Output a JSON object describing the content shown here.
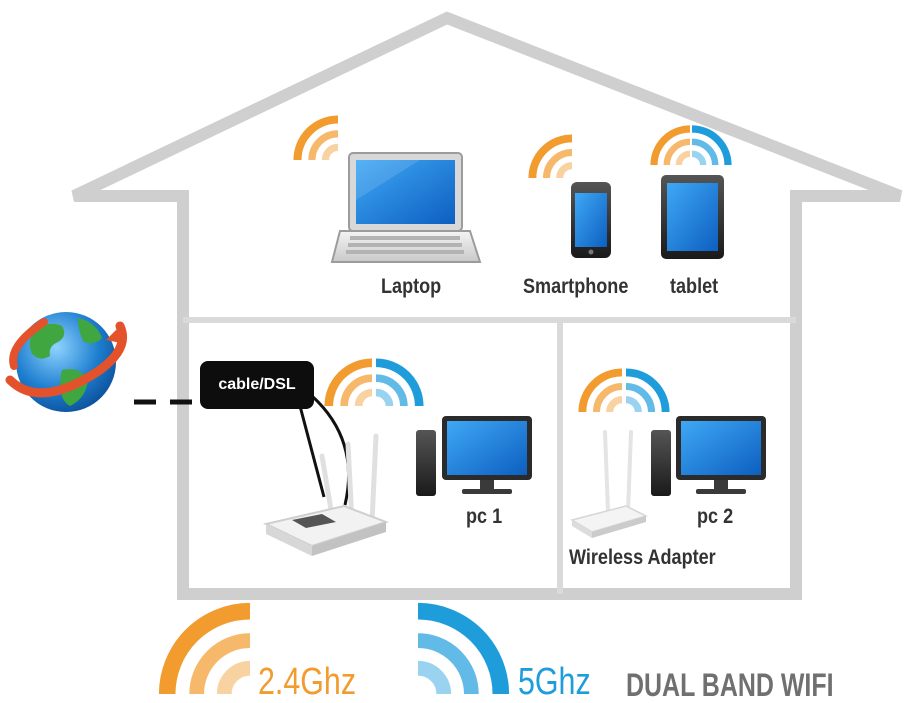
{
  "devices": {
    "laptop": "Laptop",
    "smartphone": "Smartphone",
    "tablet": "tablet",
    "pc1": "pc 1",
    "pc2": "pc 2",
    "adapter": "Wireless Adapter"
  },
  "connection": {
    "label": "cable/DSL"
  },
  "legend": {
    "band_24": "2.4Ghz",
    "band_5": "5Ghz",
    "title": "DUAL BAND WIFI"
  },
  "colors": {
    "orange": "#f29b2e",
    "blue": "#1f9ddb",
    "house_outline": "#c8c8c8",
    "house_shadow": "#dedede",
    "screen": "#1e7fd6"
  },
  "icons": [
    "globe-icon",
    "laptop-icon",
    "smartphone-icon",
    "tablet-icon",
    "router-icon",
    "desktop-pc-icon",
    "wireless-adapter-icon",
    "wifi-signal-icon"
  ]
}
